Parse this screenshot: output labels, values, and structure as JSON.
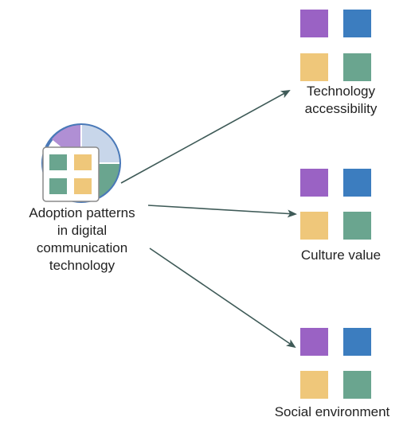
{
  "source": {
    "label": "Adoption patterns\nin digital\ncommunication\ntechnology",
    "icon": "pie-chart-with-colored-squares-icon"
  },
  "targets": [
    {
      "label": "Technology\naccessibility",
      "icon": "four-colored-squares-icon"
    },
    {
      "label": "Culture value",
      "icon": "four-colored-squares-icon"
    },
    {
      "label": "Social environment",
      "icon": "four-colored-squares-icon"
    }
  ],
  "colors": {
    "purple": "#9a62c4",
    "blue": "#3c7dbf",
    "yellow": "#efc77a",
    "green": "#6aa58f",
    "arrow": "#3e5a57",
    "pie_light": "#c8d6ea",
    "pie_border": "#4a79b8"
  }
}
